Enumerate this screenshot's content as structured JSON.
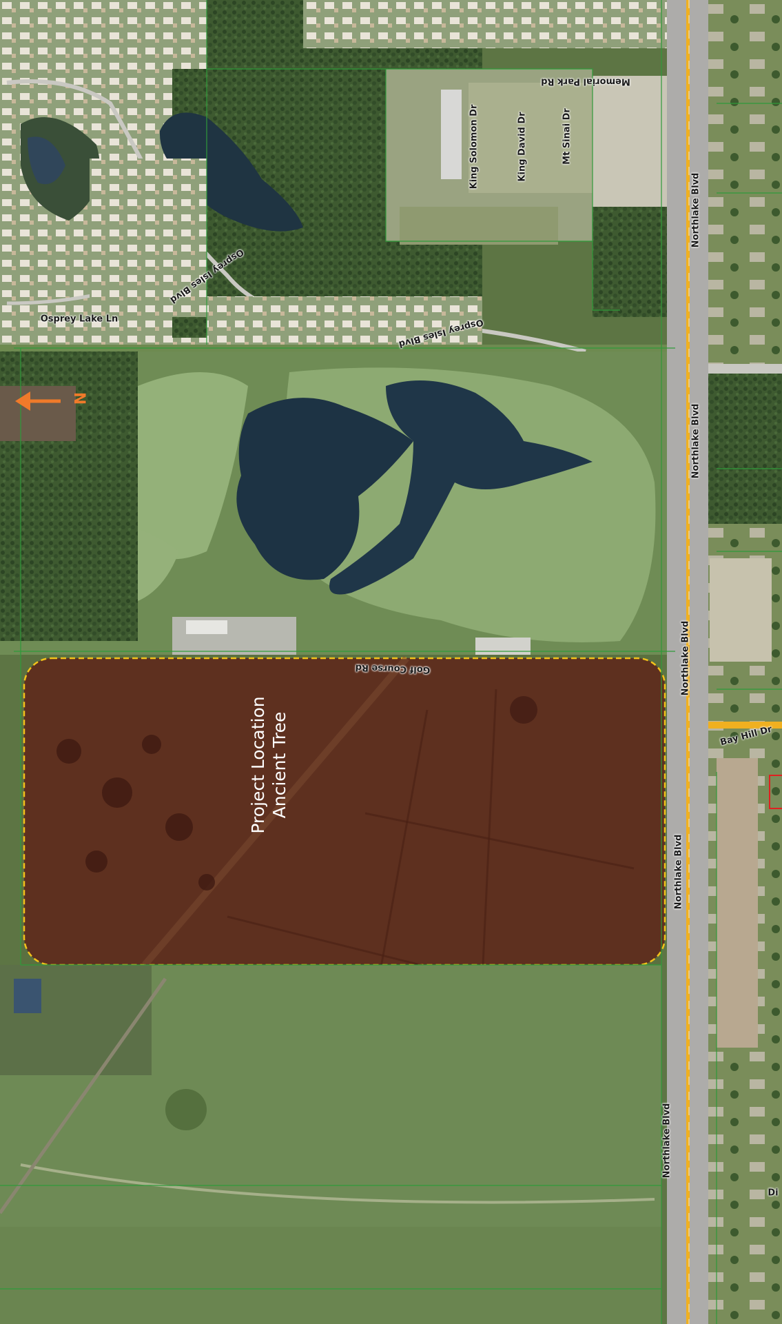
{
  "map": {
    "project_label_line1": "Project Location",
    "project_label_line2": "Ancient Tree",
    "north_label": "N",
    "roads": {
      "memorial_park_rd": "Memorial Park Rd",
      "king_solomon_dr": "King Solomon Dr",
      "king_david_dr": "King David Dr",
      "mt_sinai_dr": "Mt Sinai Dr",
      "osprey_isles_blvd_1": "Osprey Isles Blvd",
      "osprey_isles_blvd_2": "Osprey Isles Blvd",
      "osprey_lake_ln": "Osprey Lake Ln",
      "golf_course_rd": "Golf Course Rd",
      "bay_hill_dr": "Bay Hill Dr",
      "northlake_blvd_1": "Northlake Blvd",
      "northlake_blvd_2": "Northlake Blvd",
      "northlake_blvd_3": "Northlake Blvd",
      "northlake_blvd_4": "Northlake Blvd",
      "northlake_blvd_5": "Northlake Blvd",
      "partial_label": "Di"
    },
    "colors": {
      "project_fill": "#5e2a1c",
      "project_outline": "#f2c21a",
      "north_arrow": "#f07a2a",
      "parcel_lines": "#2f9a3a",
      "highway": "#f0b020",
      "marker": "#e02020"
    }
  }
}
